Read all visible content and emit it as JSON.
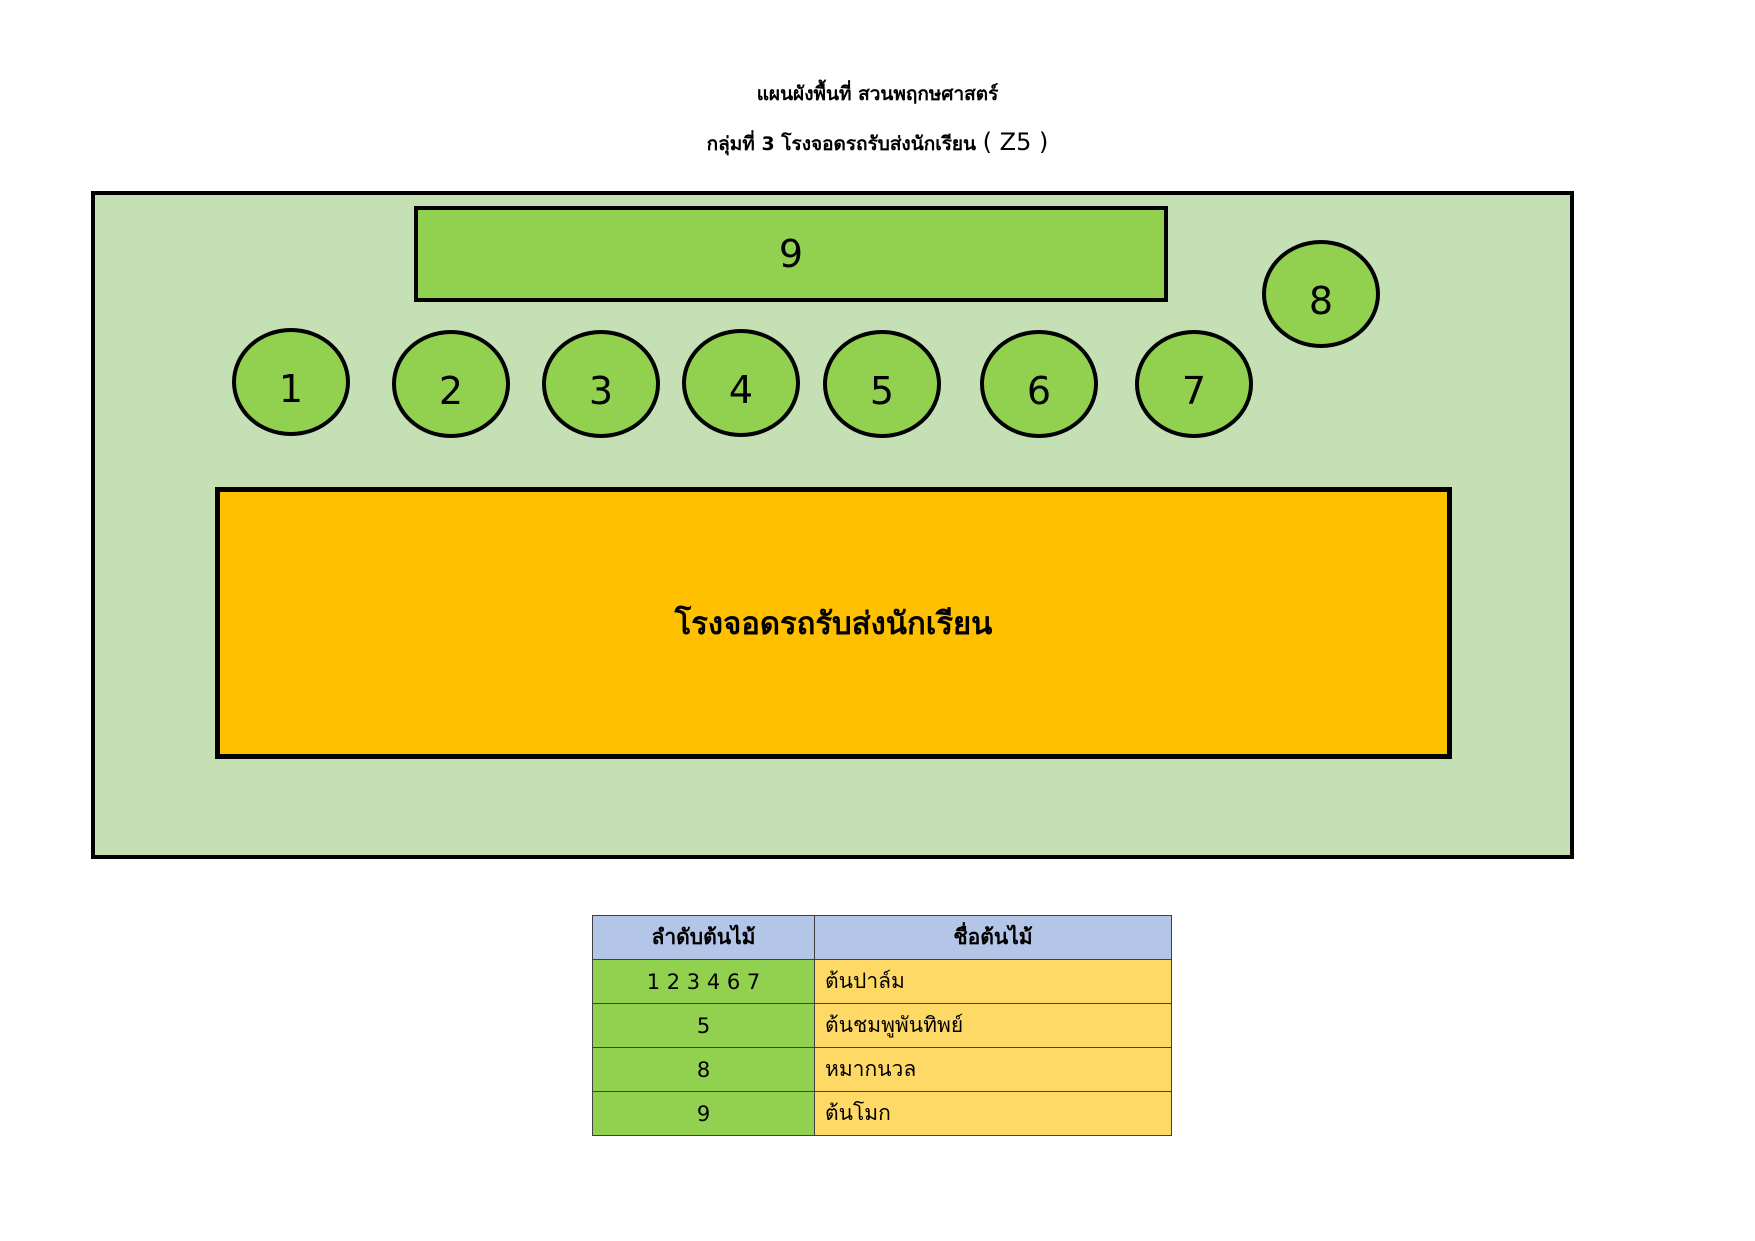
{
  "title_line1": "แผนผังพื้นที่ สวนพฤกษศาสตร์",
  "title_line2": "กลุ่มที่ 3 โรงจอดรถรับส่งนักเรียน",
  "zone_code": "( Z5 )",
  "bed_label": "9",
  "trees": [
    "1",
    "2",
    "3",
    "4",
    "5",
    "6",
    "7",
    "8"
  ],
  "building_label": "โรงจอดรถรับส่งนักเรียน",
  "colors": {
    "area": "#c5e0b4",
    "plant": "#92d050",
    "building": "#ffc000",
    "table_header": "#b4c6e7",
    "table_name_cell": "#ffd966"
  },
  "legend": {
    "headers": [
      "ลำดับต้นไม้",
      "ชื่อต้นไม้"
    ],
    "rows": [
      {
        "no": "1 2 3 4 6 7",
        "name": "ต้นปาล์ม"
      },
      {
        "no": "5",
        "name": "ต้นชมพูพันทิพย์"
      },
      {
        "no": "8",
        "name": "หมากนวล"
      },
      {
        "no": "9",
        "name": "ต้นโมก"
      }
    ]
  }
}
